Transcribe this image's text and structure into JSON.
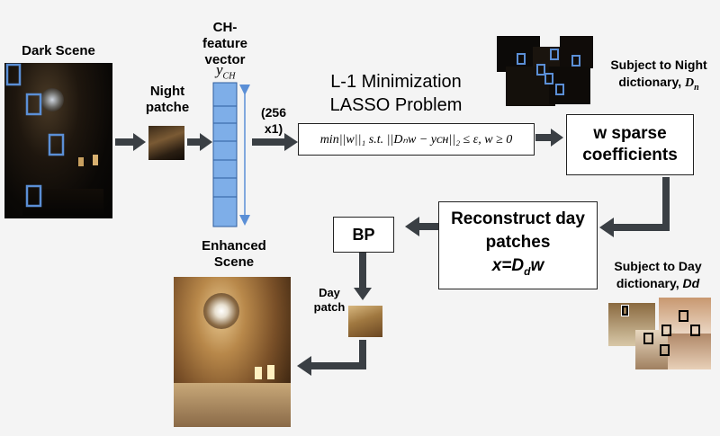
{
  "labels": {
    "dark_scene": "Dark Scene",
    "night_patche": "Night patche",
    "ch_feature": "CH-feature vector",
    "y_ch": "y",
    "y_ch_sub": "CH",
    "dim": "(256 x1)",
    "l1_title": "L-1 Minimization",
    "lasso_title": "LASSO Problem",
    "lasso_formula": "min||w||₁ s.t. ||Dₙw − yᴄʜ||₂ ≤ ε,  w ≥ 0",
    "w_sparse": "w sparse coefficients",
    "night_dict": "Subject to Night dictionary,",
    "night_dict_sym": "D",
    "night_dict_sub": "n",
    "reconstruct": "Reconstruct day patches",
    "x_eq": "x=D",
    "x_eq_sub": "d",
    "x_eq_tail": "w",
    "bp": "BP",
    "enhanced": "Enhanced Scene",
    "day_patch": "Day patch",
    "day_dict": "Subject to Day dictionary,",
    "day_dict_sym": "Dd"
  },
  "colors": {
    "arrow": "#3a3f44",
    "feature_fill": "#7eaee8",
    "feature_stroke": "#2e5d9e",
    "marker_blue": "#5b8fd6"
  }
}
